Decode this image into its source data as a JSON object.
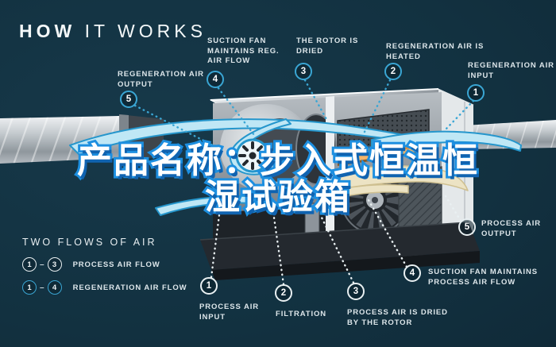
{
  "title": {
    "emphasis": "HOW",
    "rest": "IT WORKS"
  },
  "product_overlay": {
    "line1": "产品名称：步入式恒温恒",
    "line2": "湿试验箱"
  },
  "legend": {
    "heading": "TWO FLOWS OF AIR",
    "rows": [
      {
        "start": "1",
        "end": "3",
        "separator": "–",
        "label": "PROCESS AIR FLOW",
        "flow": "process"
      },
      {
        "start": "1",
        "end": "4",
        "separator": "–",
        "label": "REGENERATION AIR FLOW",
        "flow": "regeneration"
      }
    ]
  },
  "callouts": {
    "regeneration": [
      {
        "num": "5",
        "label": "REGENERATION AIR OUTPUT"
      },
      {
        "num": "4",
        "label": "SUCTION FAN MAINTAINS REG. AIR FLOW"
      },
      {
        "num": "3",
        "label": "THE ROTOR IS DRIED"
      },
      {
        "num": "2",
        "label": "REGENERATION AIR IS HEATED"
      },
      {
        "num": "1",
        "label": "REGENERATION AIR INPUT"
      }
    ],
    "process": [
      {
        "num": "1",
        "label": "PROCESS AIR INPUT"
      },
      {
        "num": "2",
        "label": "FILTRATION"
      },
      {
        "num": "3",
        "label": "PROCESS AIR IS DRIED BY THE ROTOR"
      },
      {
        "num": "4",
        "label": "SUCTION FAN MAINTAINS PROCESS AIR FLOW"
      },
      {
        "num": "5",
        "label": "PROCESS AIR OUTPUT"
      }
    ]
  },
  "colors": {
    "background": "#123140",
    "accent_teal": "#3aa6d4",
    "label_text": "#dde6ea",
    "overlay_fill": "#ffffff",
    "overlay_stroke": "#1d8fe0",
    "heater_orange": "#df8f3c",
    "cream_flow": "#ece3c4",
    "blue_flow": "#bfe7f5"
  }
}
